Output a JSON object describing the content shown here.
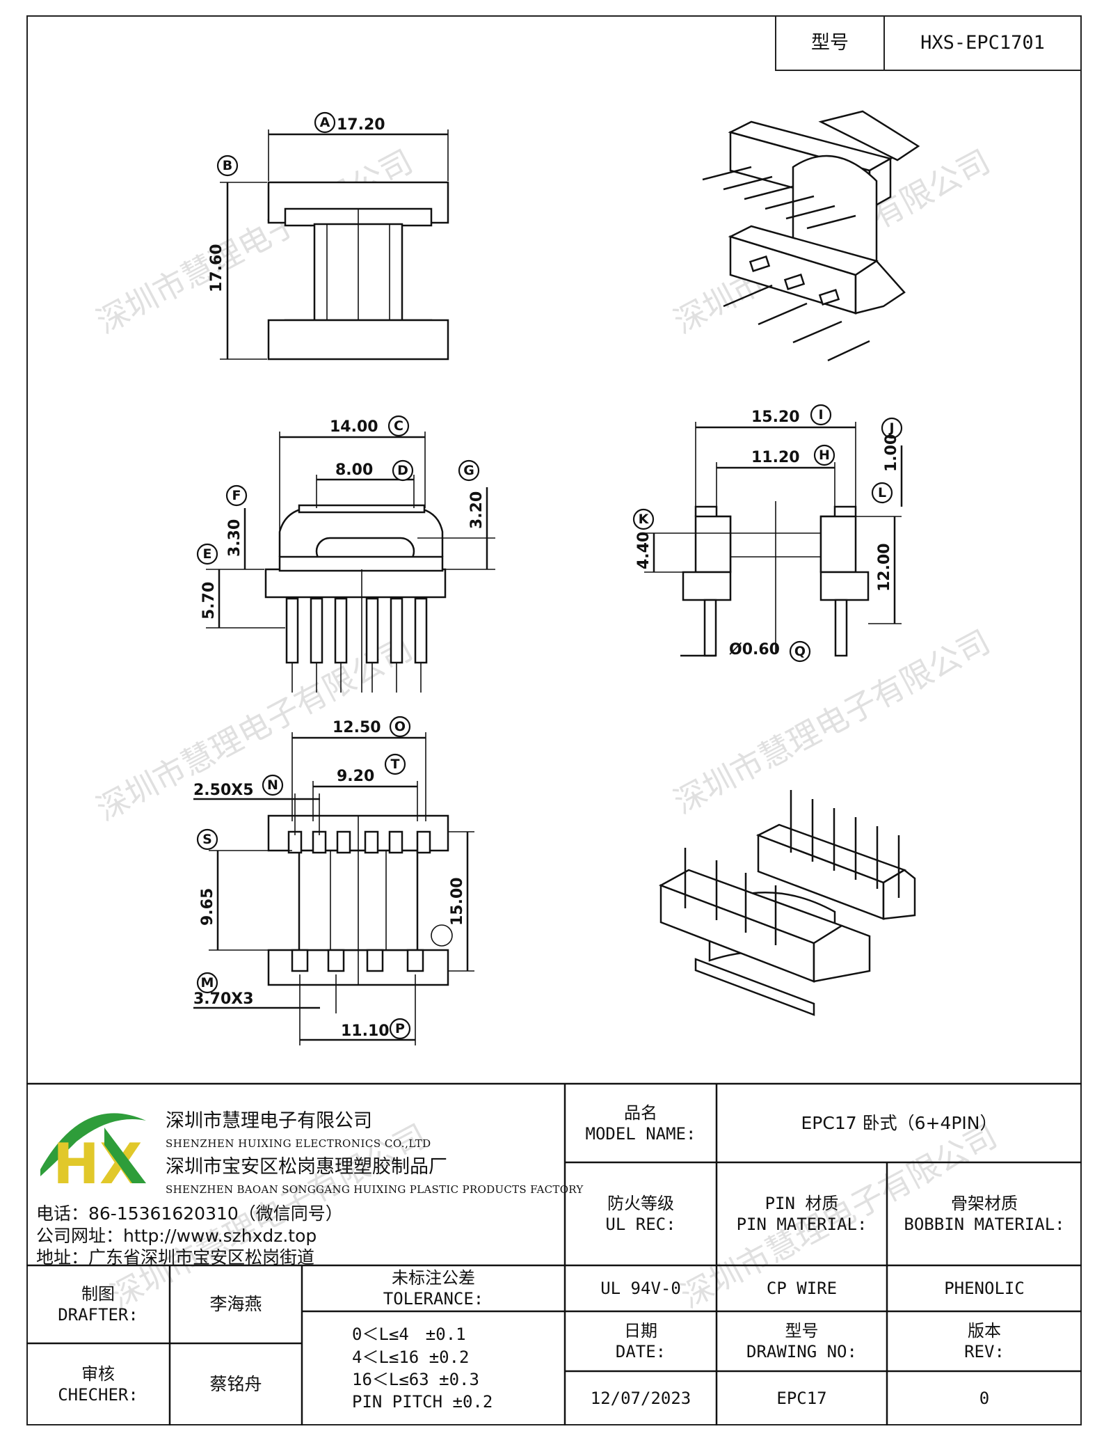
{
  "header": {
    "model_label": "型号",
    "model_value": "HXS-EPC1701"
  },
  "watermark": "深圳市慧理电子有限公司",
  "dimensions": {
    "A": "17.20",
    "B": "17.60",
    "C": "14.00",
    "D": "8.00",
    "E": "5.70",
    "F": "3.30",
    "G": "3.20",
    "I": "15.20",
    "H": "11.20",
    "J": "1.00",
    "L": "12.00",
    "K": "4.40",
    "Q": "Ø0.60",
    "O": "12.50",
    "T": "9.20",
    "N": "2.50X5",
    "S": "9.65",
    "R": "15.00",
    "M": "3.70X3",
    "P": "11.10"
  },
  "company": {
    "logo_text": "HX",
    "name_cn": "深圳市慧理电子有限公司",
    "name_en": "SHENZHEN HUIXING ELECTRONICS CO.,LTD",
    "factory_cn": "深圳市宝安区松岗惠理塑胶制品厂",
    "factory_en": "SHENZHEN BAOAN SONGGANG HUIXING PLASTIC PRODUCTS FACTORY",
    "phone": "电话：86-15361620310（微信同号）",
    "website": "公司网址：http://www.szhxdz.top",
    "address": "地址：广东省深圳市宝安区松岗街道"
  },
  "title_block": {
    "model_name_label_cn": "品名",
    "model_name_label_en": "MODEL NAME:",
    "model_name_value": "EPC17 卧式（6+4PIN）",
    "ul_label_cn": "防火等级",
    "ul_label_en": "UL REC:",
    "ul_value": "UL 94V-0",
    "pin_label_cn": "PIN 材质",
    "pin_label_en": "PIN MATERIAL:",
    "pin_value": "CP WIRE",
    "bobbin_label_cn": "骨架材质",
    "bobbin_label_en": "BOBBIN MATERIAL:",
    "bobbin_value": "PHENOLIC",
    "drafter_cn": "制图",
    "drafter_en": "DRAFTER:",
    "drafter_name": "李海燕",
    "checker_cn": "审核",
    "checker_en": "CHECHER:",
    "checker_name": "蔡铭舟",
    "tolerance_cn": "未标注公差",
    "tolerance_en": "TOLERANCE:",
    "tolerance_lines": [
      "0＜L≤4　±0.1",
      "4＜L≤16 ±0.2",
      "16＜L≤63 ±0.3",
      "PIN PITCH ±0.2"
    ],
    "date_cn": "日期",
    "date_en": "DATE:",
    "date_value": "12/07/2023",
    "drawing_cn": "型号",
    "drawing_en": "DRAWING NO:",
    "drawing_value": "EPC17",
    "rev_cn": "版本",
    "rev_en": "REV:",
    "rev_value": "0"
  }
}
